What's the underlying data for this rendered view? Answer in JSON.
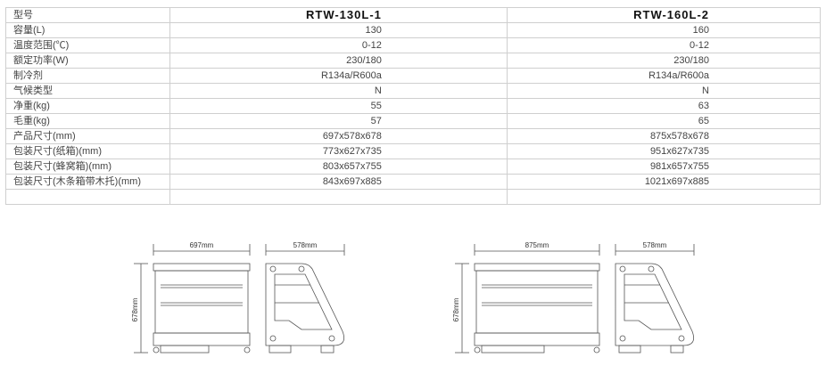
{
  "table": {
    "header": {
      "label": "型号",
      "col1": "RTW-130L-1",
      "col2": "RTW-160L-2"
    },
    "rows": [
      {
        "label": "容量(L)",
        "col1": "130",
        "col2": "160"
      },
      {
        "label": "温度范围(℃)",
        "col1": "0-12",
        "col2": "0-12"
      },
      {
        "label": "额定功率(W)",
        "col1": "230/180",
        "col2": "230/180"
      },
      {
        "label": "制冷剂",
        "col1": "R134a/R600a",
        "col2": "R134a/R600a"
      },
      {
        "label": "气候类型",
        "col1": "N",
        "col2": "N"
      },
      {
        "label": "净重(kg)",
        "col1": "55",
        "col2": "63"
      },
      {
        "label": "毛重(kg)",
        "col1": "57",
        "col2": "65"
      },
      {
        "label": "产品尺寸(mm)",
        "col1": "697x578x678",
        "col2": "875x578x678"
      },
      {
        "label": "包装尺寸(纸箱)(mm)",
        "col1": "773x627x735",
        "col2": "951x627x735"
      },
      {
        "label": "包装尺寸(蜂窝箱)(mm)",
        "col1": "803x657x755",
        "col2": "981x657x755"
      },
      {
        "label": "包装尺寸(木条箱带木托)(mm)",
        "col1": "843x697x885",
        "col2": "1021x697x885"
      }
    ]
  },
  "drawings": [
    {
      "width_label": "697mm",
      "depth_label": "578mm",
      "height_label": "678mm"
    },
    {
      "width_label": "875mm",
      "depth_label": "578mm",
      "height_label": "678mm"
    }
  ]
}
